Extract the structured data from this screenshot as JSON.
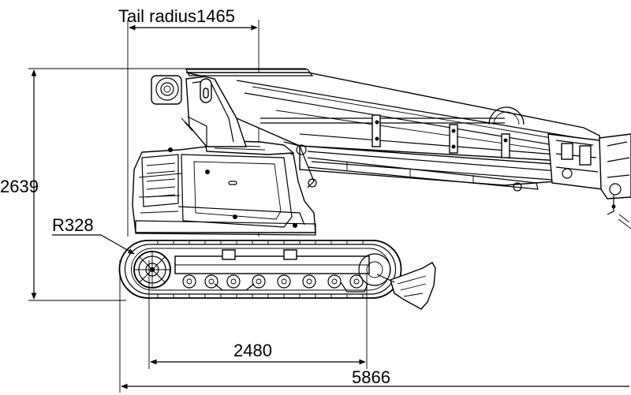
{
  "dimensions": {
    "tail_radius": "Tail radius1465",
    "height": "2639",
    "sprocket_radius": "R328",
    "track_length": "2480",
    "overall_length": "5866"
  }
}
